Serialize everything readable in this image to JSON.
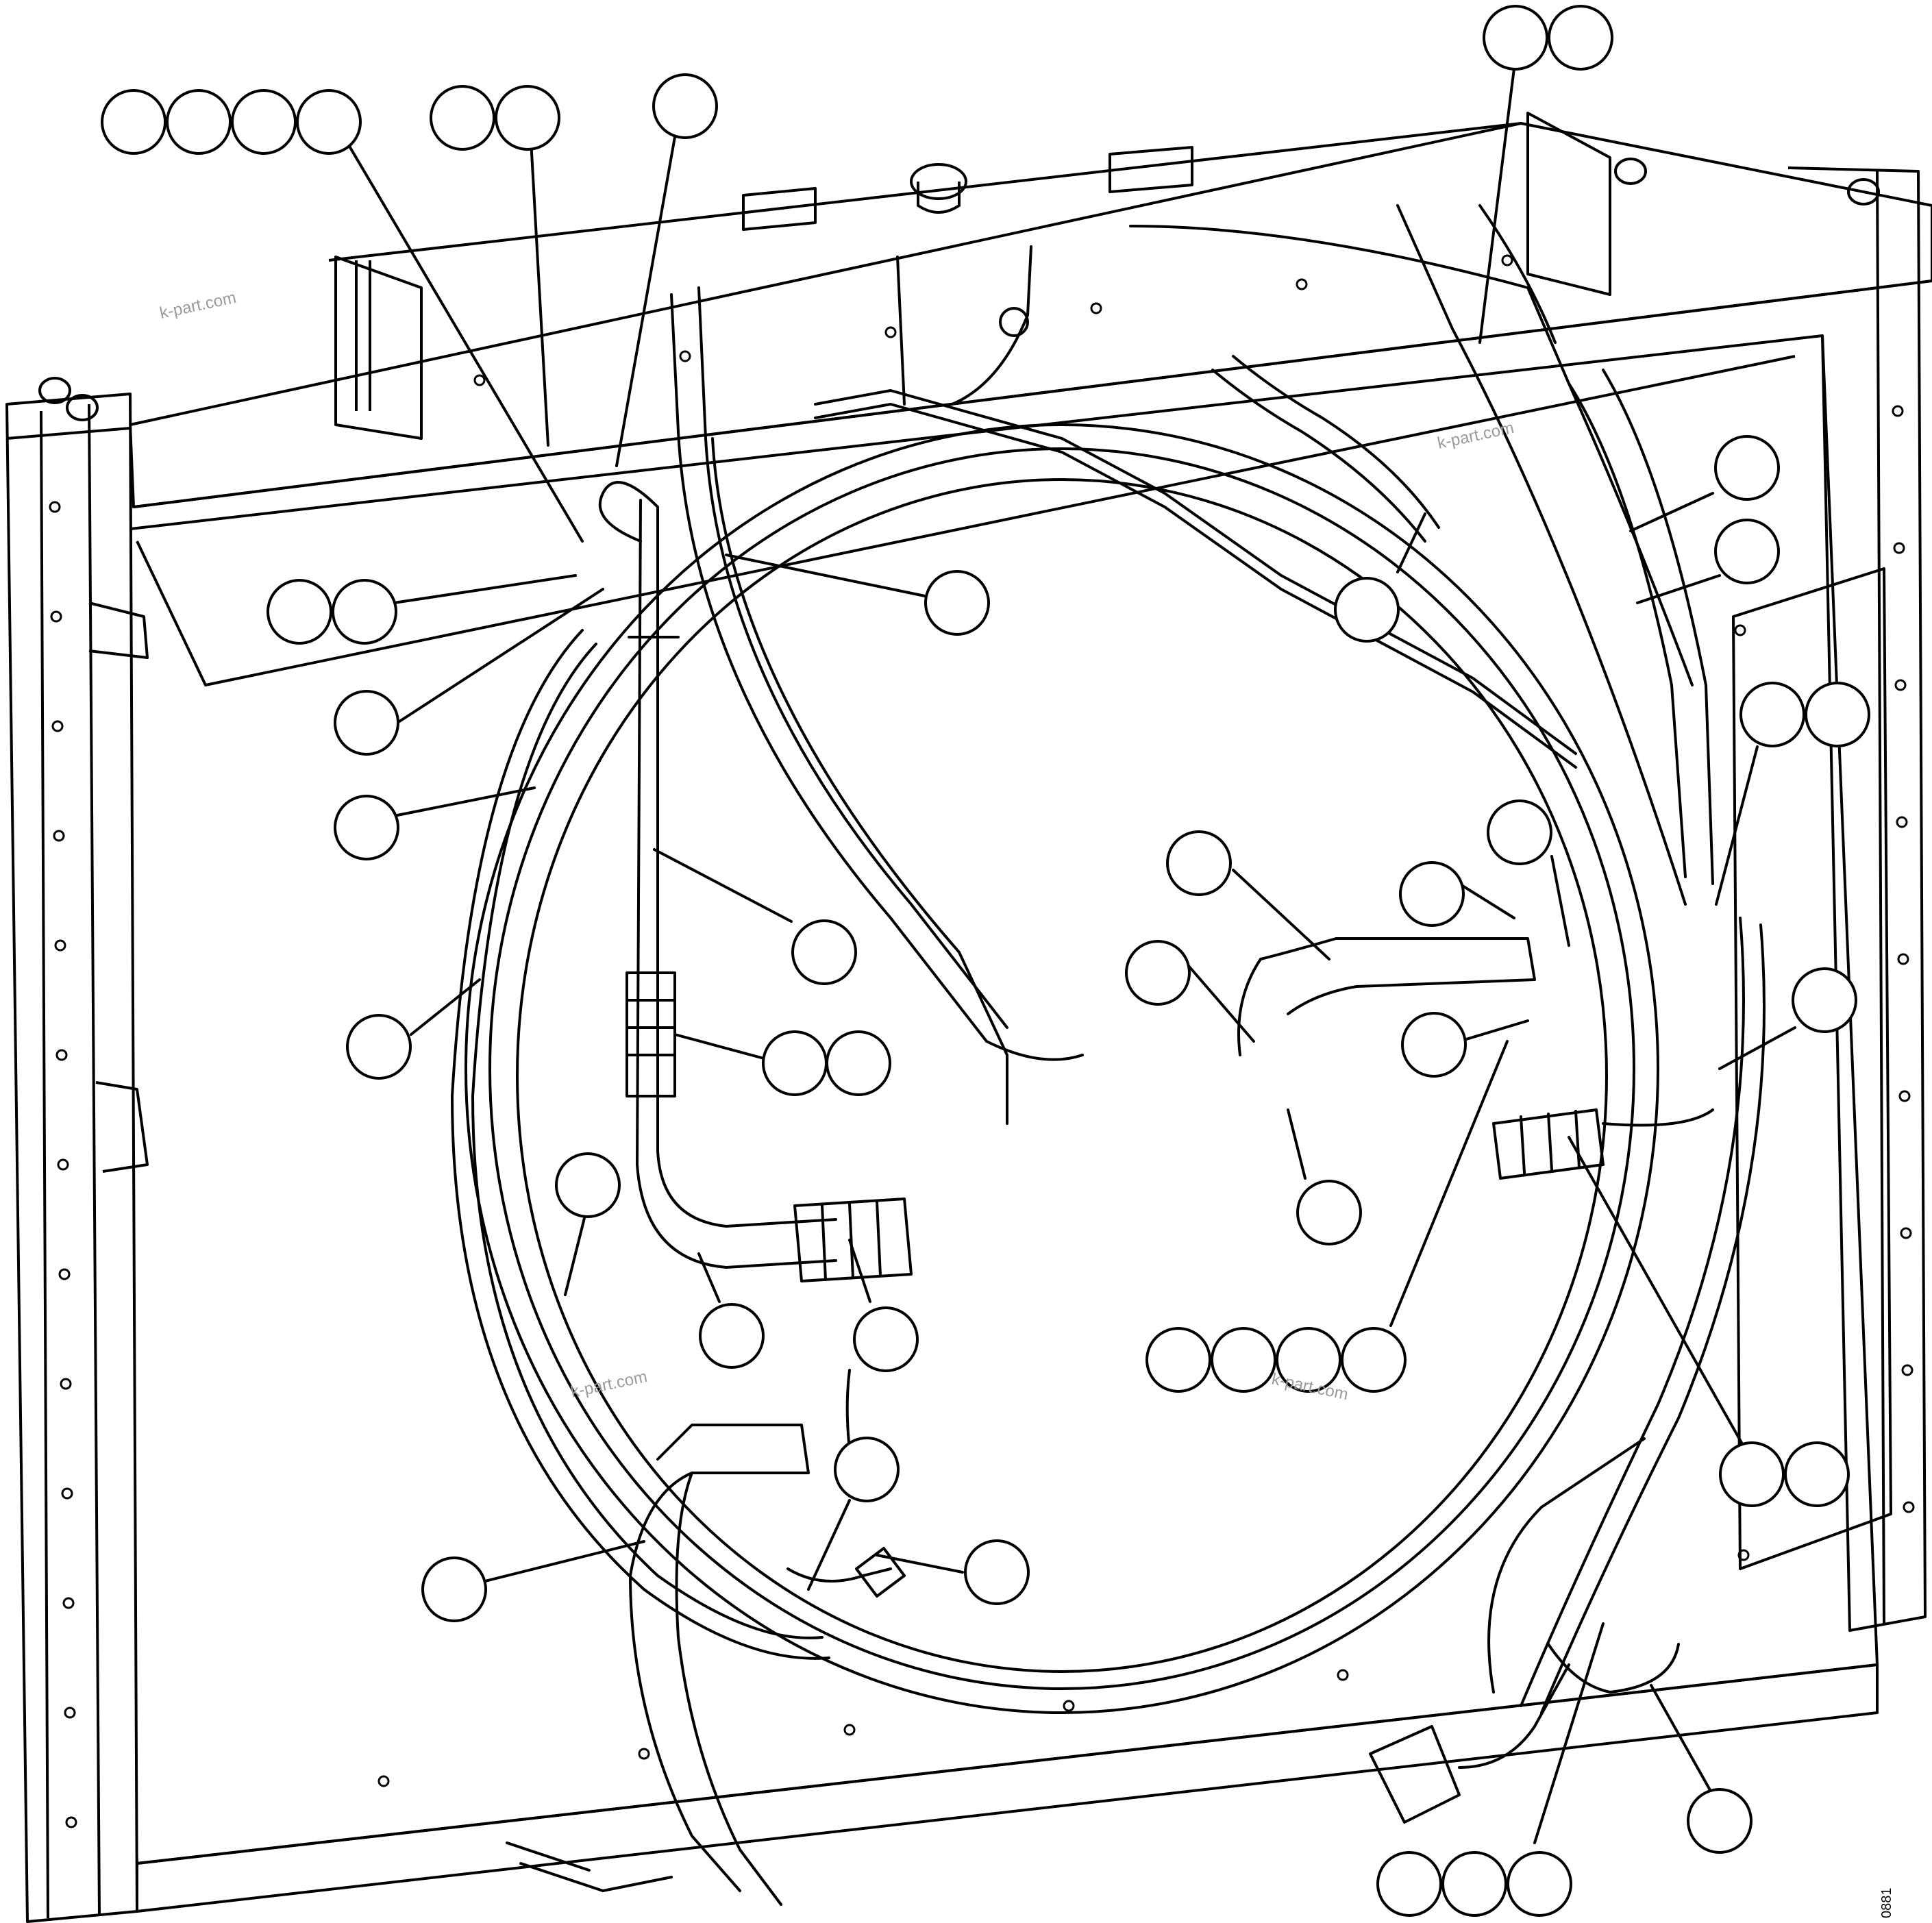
{
  "diagram": {
    "watermarks": [
      "k-part.com",
      "k-part.com",
      "k-part.com",
      "k-part.com"
    ],
    "image_code": "0881",
    "line_color": "#000000",
    "background": "#ffffff",
    "callout_style": "empty circles (unnumbered)"
  }
}
